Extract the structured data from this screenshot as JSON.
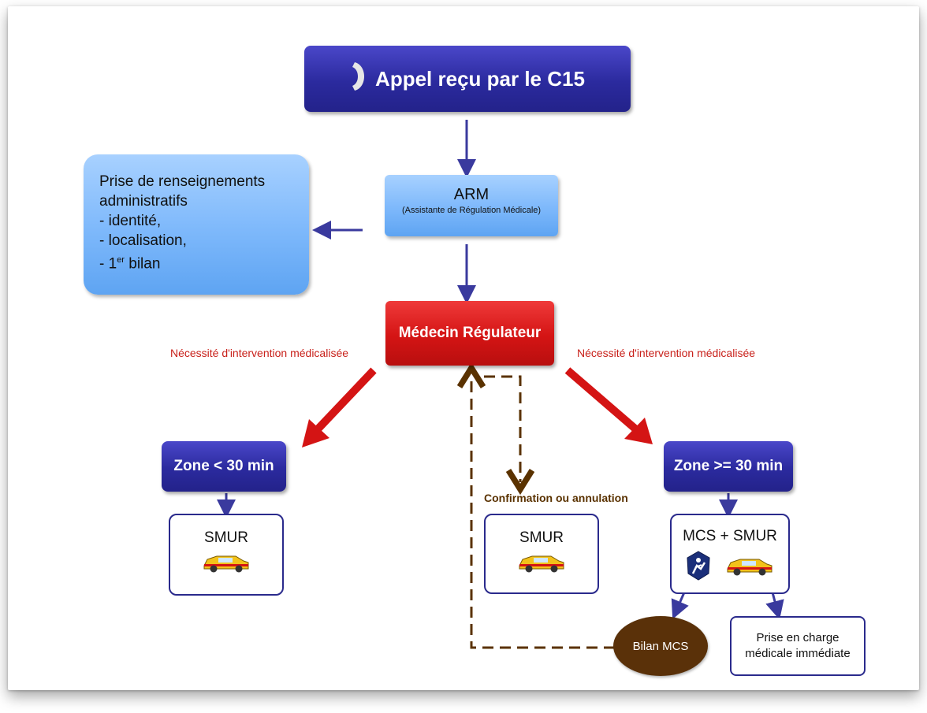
{
  "nodes": {
    "appel": "Appel reçu par le C15",
    "arm_title": "ARM",
    "arm_sub": "(Assistante de Régulation Médicale)",
    "renseignements": {
      "line1": "Prise de renseignements",
      "line2": "administratifs",
      "line3": "- identité,",
      "line4": "- localisation,",
      "line5_pre": "- 1",
      "line5_sup": "er",
      "line5_post": " bilan"
    },
    "medecin": "Médecin Régulateur",
    "zone_left": "Zone < 30 min",
    "zone_right": "Zone >= 30 min",
    "smur_left": "SMUR",
    "smur_middle": "SMUR",
    "mcs_smur": "MCS + SMUR",
    "bilan_mcs": "Bilan MCS",
    "prise_en_charge_1": "Prise en charge",
    "prise_en_charge_2": "médicale immédiate"
  },
  "labels": {
    "necessite_left": "Nécessité d'intervention médicalisée",
    "necessite_right": "Nécessité d'intervention médicalisée",
    "confirmation": "Confirmation ou annulation"
  },
  "icons": {
    "phone": "phone-icon",
    "ambulance": "ambulance-car-icon",
    "mcs_badge": "mcs-badge-icon"
  },
  "colors": {
    "navy": "#2b2a9e",
    "light_blue": "#7db8fb",
    "red": "#d41414",
    "brown": "#5a3200",
    "arrow_blue": "#3a3a9e",
    "arrow_red": "#d41414"
  }
}
